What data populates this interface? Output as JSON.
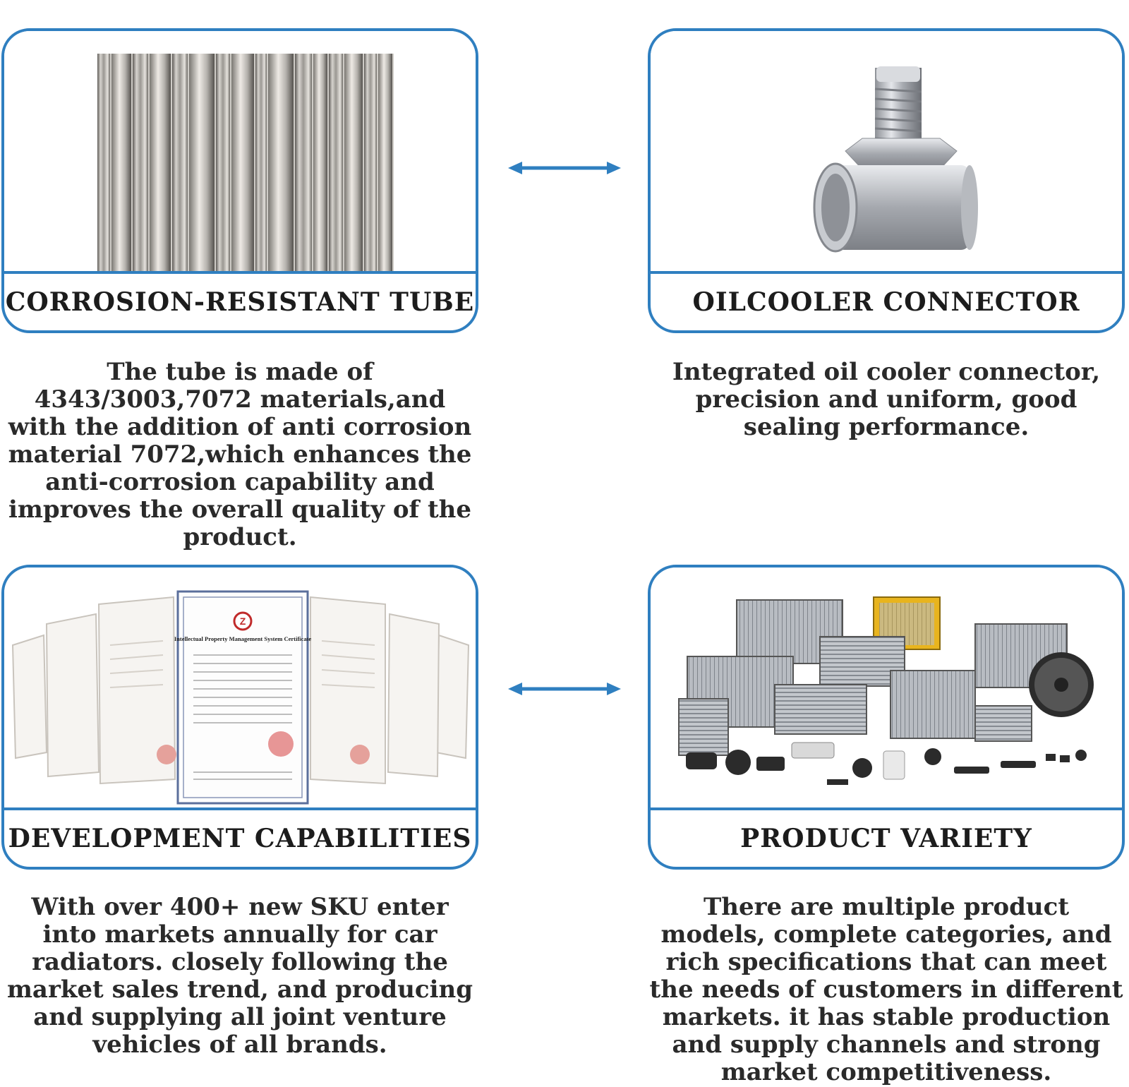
{
  "cards": [
    {
      "title": "CORROSION-RESISTANT TUBE",
      "image": "aluminum-tubes-photo",
      "description": "The tube is made of 4343/3003,7072 materials,and with the addition of anti corrosion material 7072,which enhances the anti-corrosion capability and improves the overall quality of the product."
    },
    {
      "title": "OILCOOLER CONNECTOR",
      "image": "oil-cooler-connector-photo",
      "description": "Integrated oil cooler connector, precision and uniform, good sealing performance."
    },
    {
      "title": "DEVELOPMENT CAPABILITIES",
      "image": "certificates-photo",
      "description": "With over 400+ new SKU enter into markets annually for car radiators. closely following the market sales trend, and producing and supplying all joint venture vehicles of all brands.",
      "certificate": {
        "heading": "Intellectual Property Management System Certificate",
        "logo": "Z"
      }
    },
    {
      "title": "PRODUCT VARIETY",
      "image": "radiator-products-photo",
      "description": "There are multiple product models, complete categories, and rich specifications that can meet the needs of customers in different markets. it has stable production and supply channels and strong market competitiveness."
    }
  ],
  "connectors": [
    "double-arrow-icon",
    "double-arrow-icon"
  ],
  "colors": {
    "accent": "#2f7fc0",
    "text": "#1e1e1e"
  }
}
